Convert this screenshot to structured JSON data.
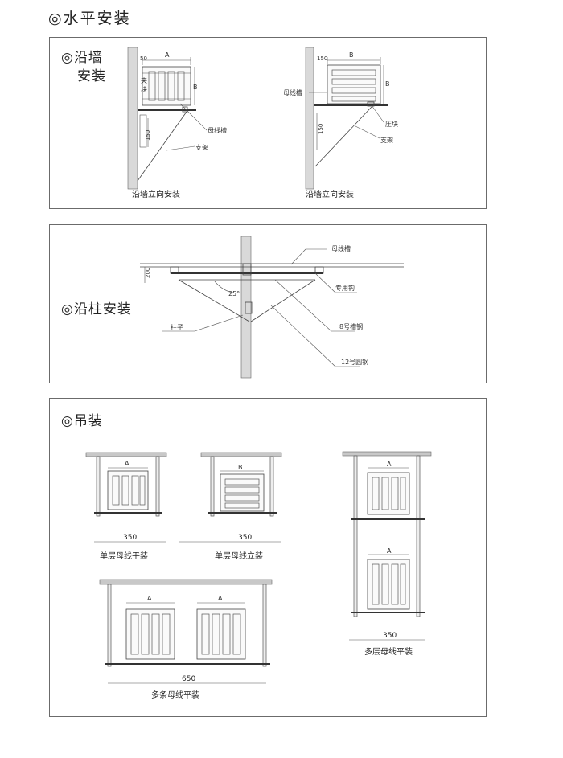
{
  "page_title": "◎水平安装",
  "panels": {
    "wall": {
      "label_line1": "◎沿墙",
      "label_line2": "安装",
      "left": {
        "caption": "沿墙立向安装",
        "dim_50": "50",
        "dim_a": "A",
        "dim_b": "B",
        "dim_150": "150",
        "clamp_label": "夹\n块",
        "trunk_label": "母线槽",
        "bracket_label": "支架"
      },
      "right": {
        "caption": "沿墙立向安装",
        "dim_150_top": "150",
        "dim_b": "B",
        "dim_b_side": "B",
        "dim_150": "150",
        "trunk_label": "母线槽",
        "press_label": "压块",
        "bracket_label": "支架"
      }
    },
    "column": {
      "label": "◎沿柱安装",
      "dim_200": "200",
      "angle": "25°",
      "trunk_label": "母线槽",
      "hook_label": "专用钩",
      "column_label": "柱子",
      "channel_label": "8号槽钢",
      "round_steel_label": "12号圆钢"
    },
    "hanging": {
      "label": "◎吊装",
      "single_flat": {
        "caption": "单层母线平装",
        "dim_a": "A",
        "dim_350": "350"
      },
      "single_vertical": {
        "caption": "单层母线立装",
        "dim_b": "B",
        "dim_350": "350"
      },
      "multi_layer": {
        "caption": "多层母线平装",
        "dim_a_top": "A",
        "dim_a_bottom": "A",
        "dim_350": "350"
      },
      "multi_strip": {
        "caption": "多条母线平装",
        "dim_a_left": "A",
        "dim_a_right": "A",
        "dim_650": "650"
      }
    }
  }
}
